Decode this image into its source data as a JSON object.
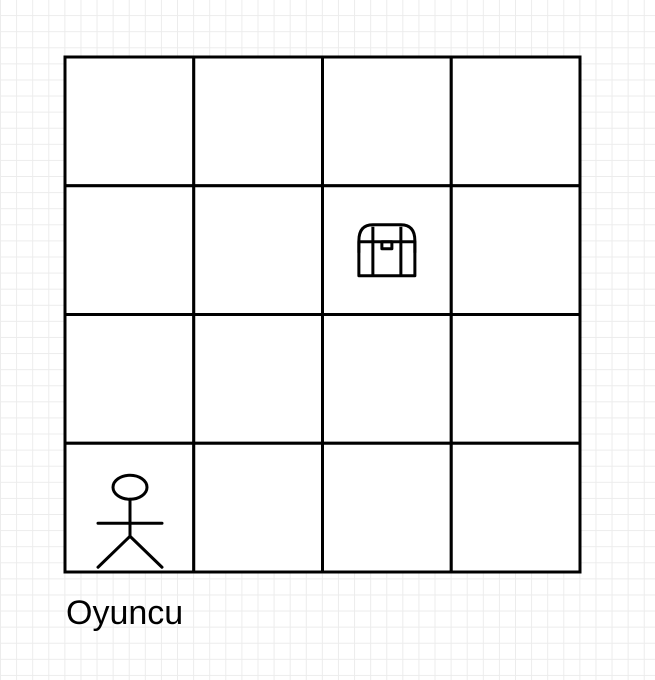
{
  "board": {
    "rows": 4,
    "cols": 4,
    "treasure_cell": {
      "row": 2,
      "col": 3
    },
    "player_cell": {
      "row": 4,
      "col": 1
    }
  },
  "player": {
    "label": "Oyuncu",
    "icon": "stick-figure-icon"
  },
  "treasure": {
    "icon": "treasure-chest-icon"
  },
  "colors": {
    "line": "#000000",
    "background": "#ffffff",
    "background_grid": "#ececec"
  }
}
